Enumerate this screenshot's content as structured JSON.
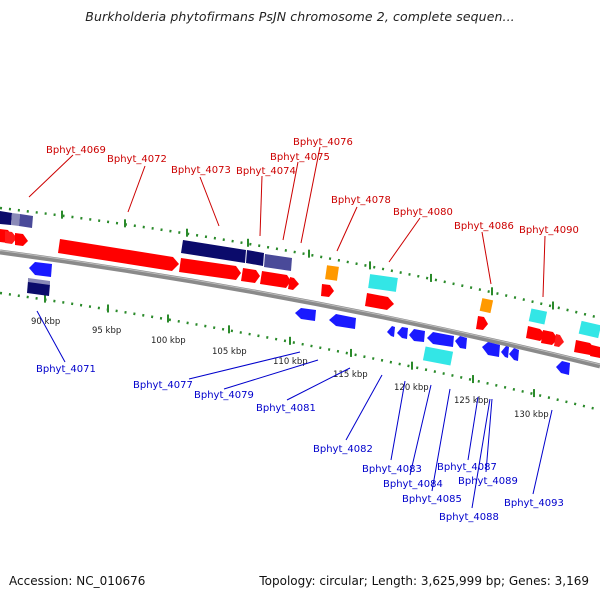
{
  "title": "Burkholderia phytofirmans PsJN chromosome 2, complete sequen...",
  "footer": {
    "accession": "Accession: NC_010676",
    "summary": "Topology: circular; Length: 3,625,999 bp; Genes: 3,169"
  },
  "colors": {
    "forward_gene": "#ff0000",
    "reverse_gene": "#1a1aff",
    "forward_label": "#cc0000",
    "reverse_label": "#0000cc",
    "rna": "#ff9900",
    "cyan": "#33e6e6",
    "navy": "#0b0b6b",
    "slate": "#4a4a99",
    "backbone": "#888888",
    "tick": "#2a8a2a"
  },
  "kbp_labels": [
    "90 kbp",
    "95 kbp",
    "100 kbp",
    "105 kbp",
    "110 kbp",
    "115 kbp",
    "120 kbp",
    "125 kbp",
    "130 kbp"
  ],
  "forward_labels": [
    "Bphyt_4069",
    "Bphyt_4072",
    "Bphyt_4073",
    "Bphyt_4074",
    "Bphyt_4075",
    "Bphyt_4076",
    "Bphyt_4078",
    "Bphyt_4080",
    "Bphyt_4086",
    "Bphyt_4090"
  ],
  "reverse_labels": [
    "Bphyt_4071",
    "Bphyt_4077",
    "Bphyt_4079",
    "Bphyt_4081",
    "Bphyt_4082",
    "Bphyt_4083",
    "Bphyt_4084",
    "Bphyt_4085",
    "Bphyt_4087",
    "Bphyt_4088",
    "Bphyt_4089",
    "Bphyt_4093"
  ]
}
